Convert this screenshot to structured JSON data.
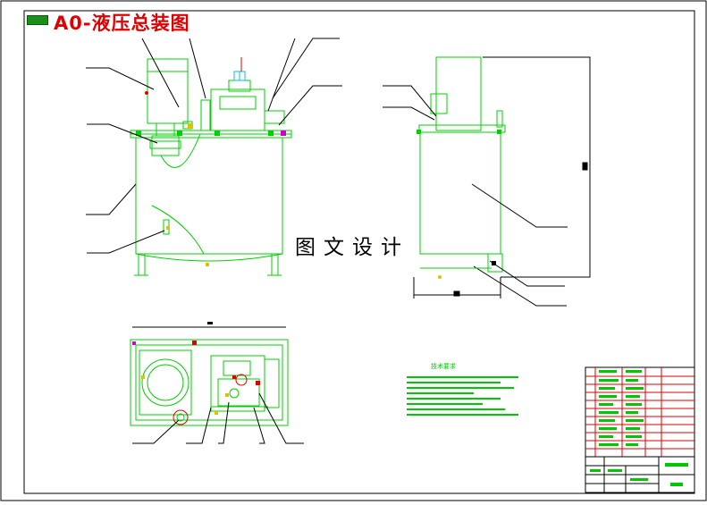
{
  "drawing": {
    "title": "A0-液压总装图",
    "watermark": "图文设计",
    "tech_notes_heading": "技术要求",
    "colors": {
      "outline": "#00d000",
      "leader": "#000000",
      "title": "#e00000",
      "frame": "#000000",
      "table_red": "#e00000",
      "yellow": "#e0c000",
      "magenta": "#d000d0",
      "cyan": "#00c8c8"
    }
  },
  "views": [
    "front-view",
    "side-view",
    "top-view"
  ],
  "title_block": {
    "rows": 12
  }
}
